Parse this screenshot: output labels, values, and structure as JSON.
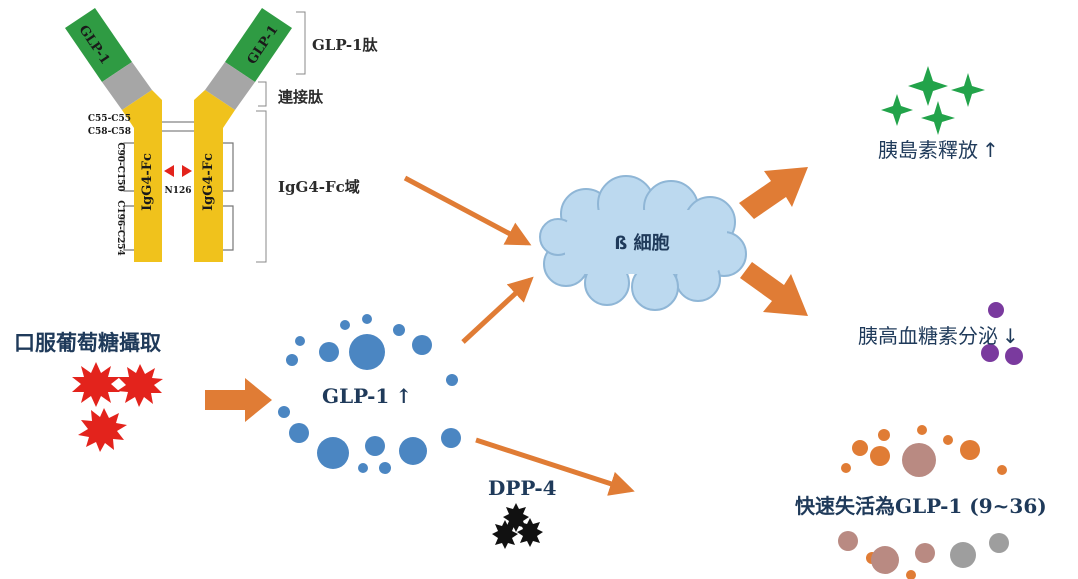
{
  "antibody": {
    "glp_left": "GLP-1",
    "glp_right": "GLP-1",
    "fc_left": "IgG4-Fc",
    "fc_right": "IgG4-Fc",
    "disulfides": [
      "C55-C55",
      "C58-C58",
      "C90-C150",
      "C196-C254"
    ],
    "site": "N126"
  },
  "legend": {
    "glp_peptide": "GLP-1肽",
    "linker": "連接肽",
    "fc_domain": "IgG4-Fc域"
  },
  "beta_cell": "ß 細胞",
  "outcomes": {
    "insulin": "胰島素釋放",
    "glucagon": "胰高血糖素分泌",
    "inactivation": "快速失活為GLP-1 (9~36)"
  },
  "arrows": {
    "up": "↑",
    "down": "↓"
  },
  "oral_glucose": "口服葡萄糖攝取",
  "glp1": "GLP-1",
  "dpp4": "DPP-4",
  "colors": {
    "glp_green": "#2f9b43",
    "hinge_gray": "#a6a6a6",
    "fc_yellow": "#f0c21c",
    "arrow_orange": "#e07c35",
    "glp_blue": "#4b86c2",
    "cloud_blue": "#bcd9ef",
    "sparkle_green": "#22a34a",
    "glucagon_purple": "#7a3a9e",
    "glucose_red": "#e3231c",
    "dpp4_black": "#111111"
  }
}
